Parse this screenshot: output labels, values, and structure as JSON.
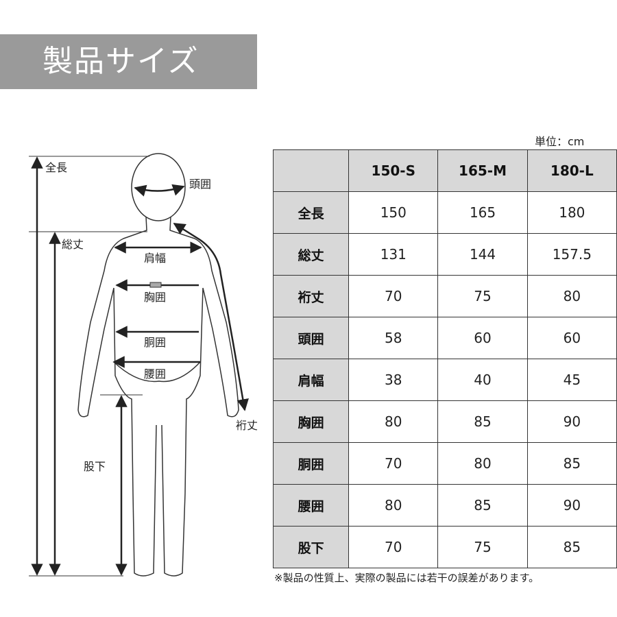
{
  "title": "製品サイズ",
  "unit_label": "単位：cm",
  "table": {
    "columns": [
      "150-S",
      "165-M",
      "180-L"
    ],
    "rows": [
      {
        "label": "全長",
        "values": [
          "150",
          "165",
          "180"
        ]
      },
      {
        "label": "総丈",
        "values": [
          "131",
          "144",
          "157.5"
        ]
      },
      {
        "label": "裄丈",
        "values": [
          "70",
          "75",
          "80"
        ]
      },
      {
        "label": "頭囲",
        "values": [
          "58",
          "60",
          "60"
        ]
      },
      {
        "label": "肩幅",
        "values": [
          "38",
          "40",
          "45"
        ]
      },
      {
        "label": "胸囲",
        "values": [
          "80",
          "85",
          "90"
        ]
      },
      {
        "label": "胴囲",
        "values": [
          "70",
          "80",
          "85"
        ]
      },
      {
        "label": "腰囲",
        "values": [
          "80",
          "85",
          "90"
        ]
      },
      {
        "label": "股下",
        "values": [
          "70",
          "75",
          "85"
        ]
      }
    ]
  },
  "note": "※製品の性質上、実際の製品には若干の誤差があります。",
  "diagram_labels": {
    "zencho": "全長",
    "toui": "頭囲",
    "sojo": "総丈",
    "katahaba": "肩幅",
    "kyoui": "胸囲",
    "doui": "胴囲",
    "youi": "腰囲",
    "yukitake": "裄丈",
    "matashita": "股下"
  }
}
